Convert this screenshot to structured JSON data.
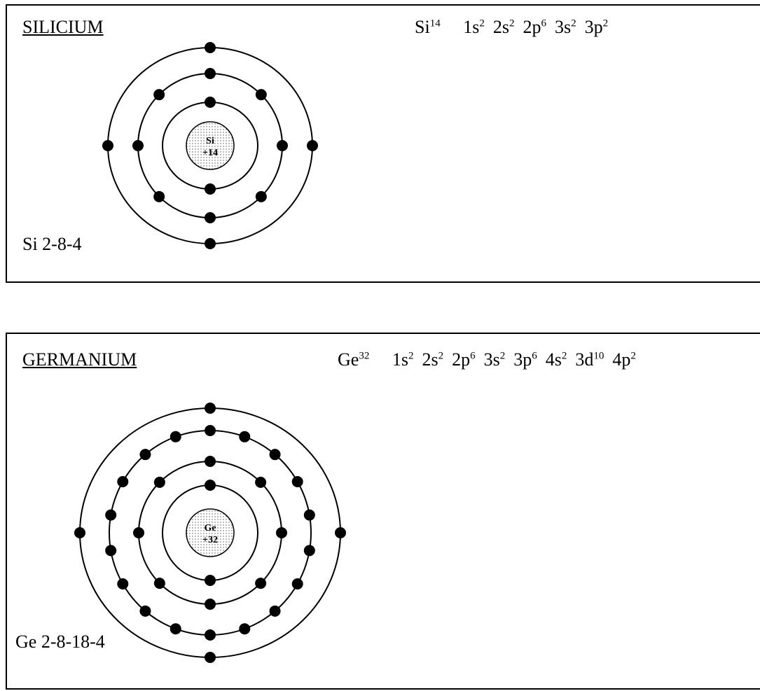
{
  "silicium": {
    "title": "SILICIUM",
    "symbol": "Si",
    "atomic_number": "14",
    "configuration": [
      {
        "orbital": "1s",
        "electrons": "2"
      },
      {
        "orbital": "2s",
        "electrons": "2"
      },
      {
        "orbital": "2p",
        "electrons": "6"
      },
      {
        "orbital": "3s",
        "electrons": "2"
      },
      {
        "orbital": "3p",
        "electrons": "2"
      }
    ],
    "nucleus_symbol": "Si",
    "nucleus_charge": "+14",
    "shells": "Si 2-8-4",
    "shell_counts": [
      2,
      8,
      4
    ]
  },
  "germanium": {
    "title": "GERMANIUM",
    "symbol": "Ge",
    "atomic_number": "32",
    "configuration": [
      {
        "orbital": "1s",
        "electrons": "2"
      },
      {
        "orbital": "2s",
        "electrons": "2"
      },
      {
        "orbital": "2p",
        "electrons": "6"
      },
      {
        "orbital": "3s",
        "electrons": "2"
      },
      {
        "orbital": "3p",
        "electrons": "6"
      },
      {
        "orbital": "4s",
        "electrons": "2"
      },
      {
        "orbital": "3d",
        "electrons": "10"
      },
      {
        "orbital": "4p",
        "electrons": "2"
      }
    ],
    "nucleus_symbol": "Ge",
    "nucleus_charge": "+32",
    "shells": "Ge 2-8-18-4",
    "shell_counts": [
      2,
      8,
      18,
      4
    ]
  }
}
